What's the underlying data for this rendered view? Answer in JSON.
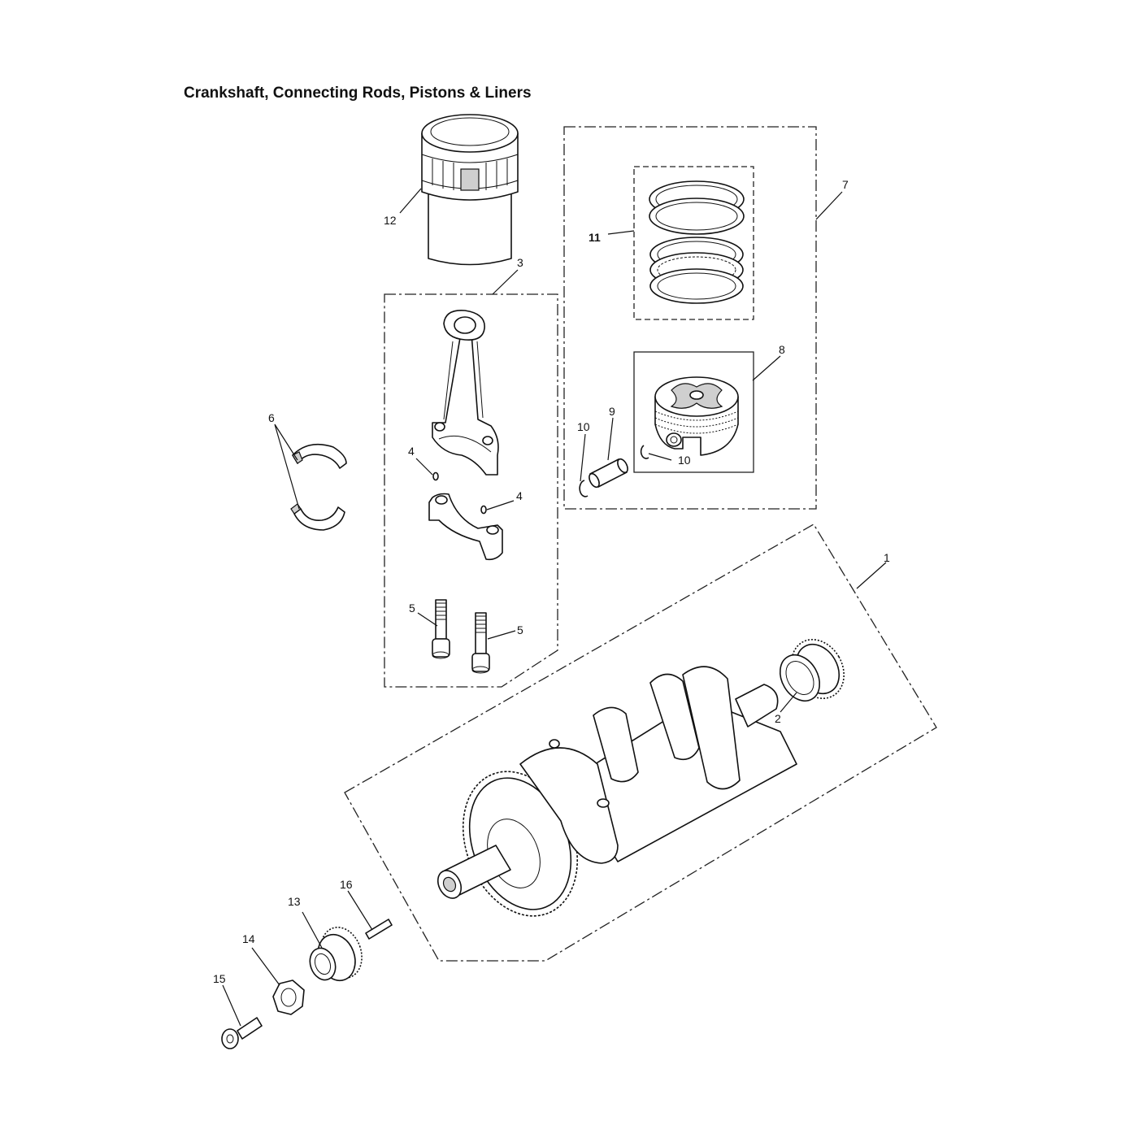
{
  "title": "Crankshaft, Connecting Rods, Pistons & Liners",
  "callouts": [
    {
      "id": "c1",
      "label": "1"
    },
    {
      "id": "c2",
      "label": "2"
    },
    {
      "id": "c3",
      "label": "3"
    },
    {
      "id": "c4a",
      "label": "4"
    },
    {
      "id": "c4b",
      "label": "4"
    },
    {
      "id": "c5a",
      "label": "5"
    },
    {
      "id": "c5b",
      "label": "5"
    },
    {
      "id": "c6",
      "label": "6"
    },
    {
      "id": "c7",
      "label": "7"
    },
    {
      "id": "c8",
      "label": "8"
    },
    {
      "id": "c9",
      "label": "9"
    },
    {
      "id": "c10a",
      "label": "10"
    },
    {
      "id": "c10b",
      "label": "10"
    },
    {
      "id": "c11",
      "label": "11"
    },
    {
      "id": "c12",
      "label": "12"
    },
    {
      "id": "c13",
      "label": "13"
    },
    {
      "id": "c14",
      "label": "14"
    },
    {
      "id": "c15",
      "label": "15"
    },
    {
      "id": "c16",
      "label": "16"
    }
  ]
}
